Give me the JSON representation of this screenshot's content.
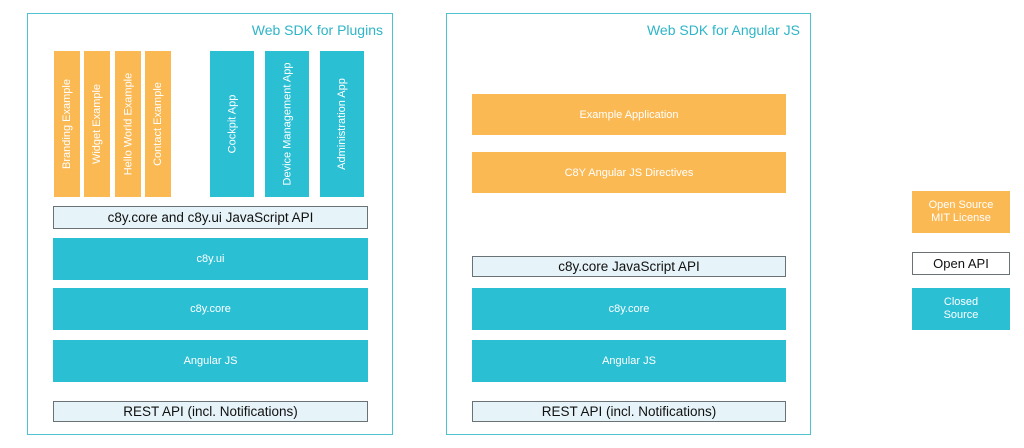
{
  "plugins_panel": {
    "title": "Web SDK for Plugins",
    "examples": [
      "Branding Example",
      "Widget Example",
      "Hello World Example",
      "Contact  Example"
    ],
    "apps": [
      "Cockpit App",
      "Device Management App",
      "Administration App"
    ],
    "js_api": "c8y.core and c8y.ui JavaScript API",
    "layers": [
      "c8y.ui",
      "c8y.core",
      "Angular JS"
    ],
    "rest_api": "REST API (incl. Notifications)"
  },
  "angular_panel": {
    "title": "Web SDK for Angular JS",
    "components": [
      "Example Application",
      "C8Y Angular JS Directives"
    ],
    "js_api": "c8y.core JavaScript API",
    "layers": [
      "c8y.core",
      "Angular JS"
    ],
    "rest_api": "REST API (incl. Notifications)"
  },
  "legend": {
    "open_source_line1": "Open Source",
    "open_source_line2": "MIT License",
    "open_api": "Open API",
    "closed_source_line1": "Closed",
    "closed_source_line2": "Source"
  },
  "colors": {
    "open_source": "#fbb954",
    "closed_source": "#2bbfd4",
    "open_api_fill": "#e6f3f8",
    "panel_border": "#4fc1cf"
  }
}
